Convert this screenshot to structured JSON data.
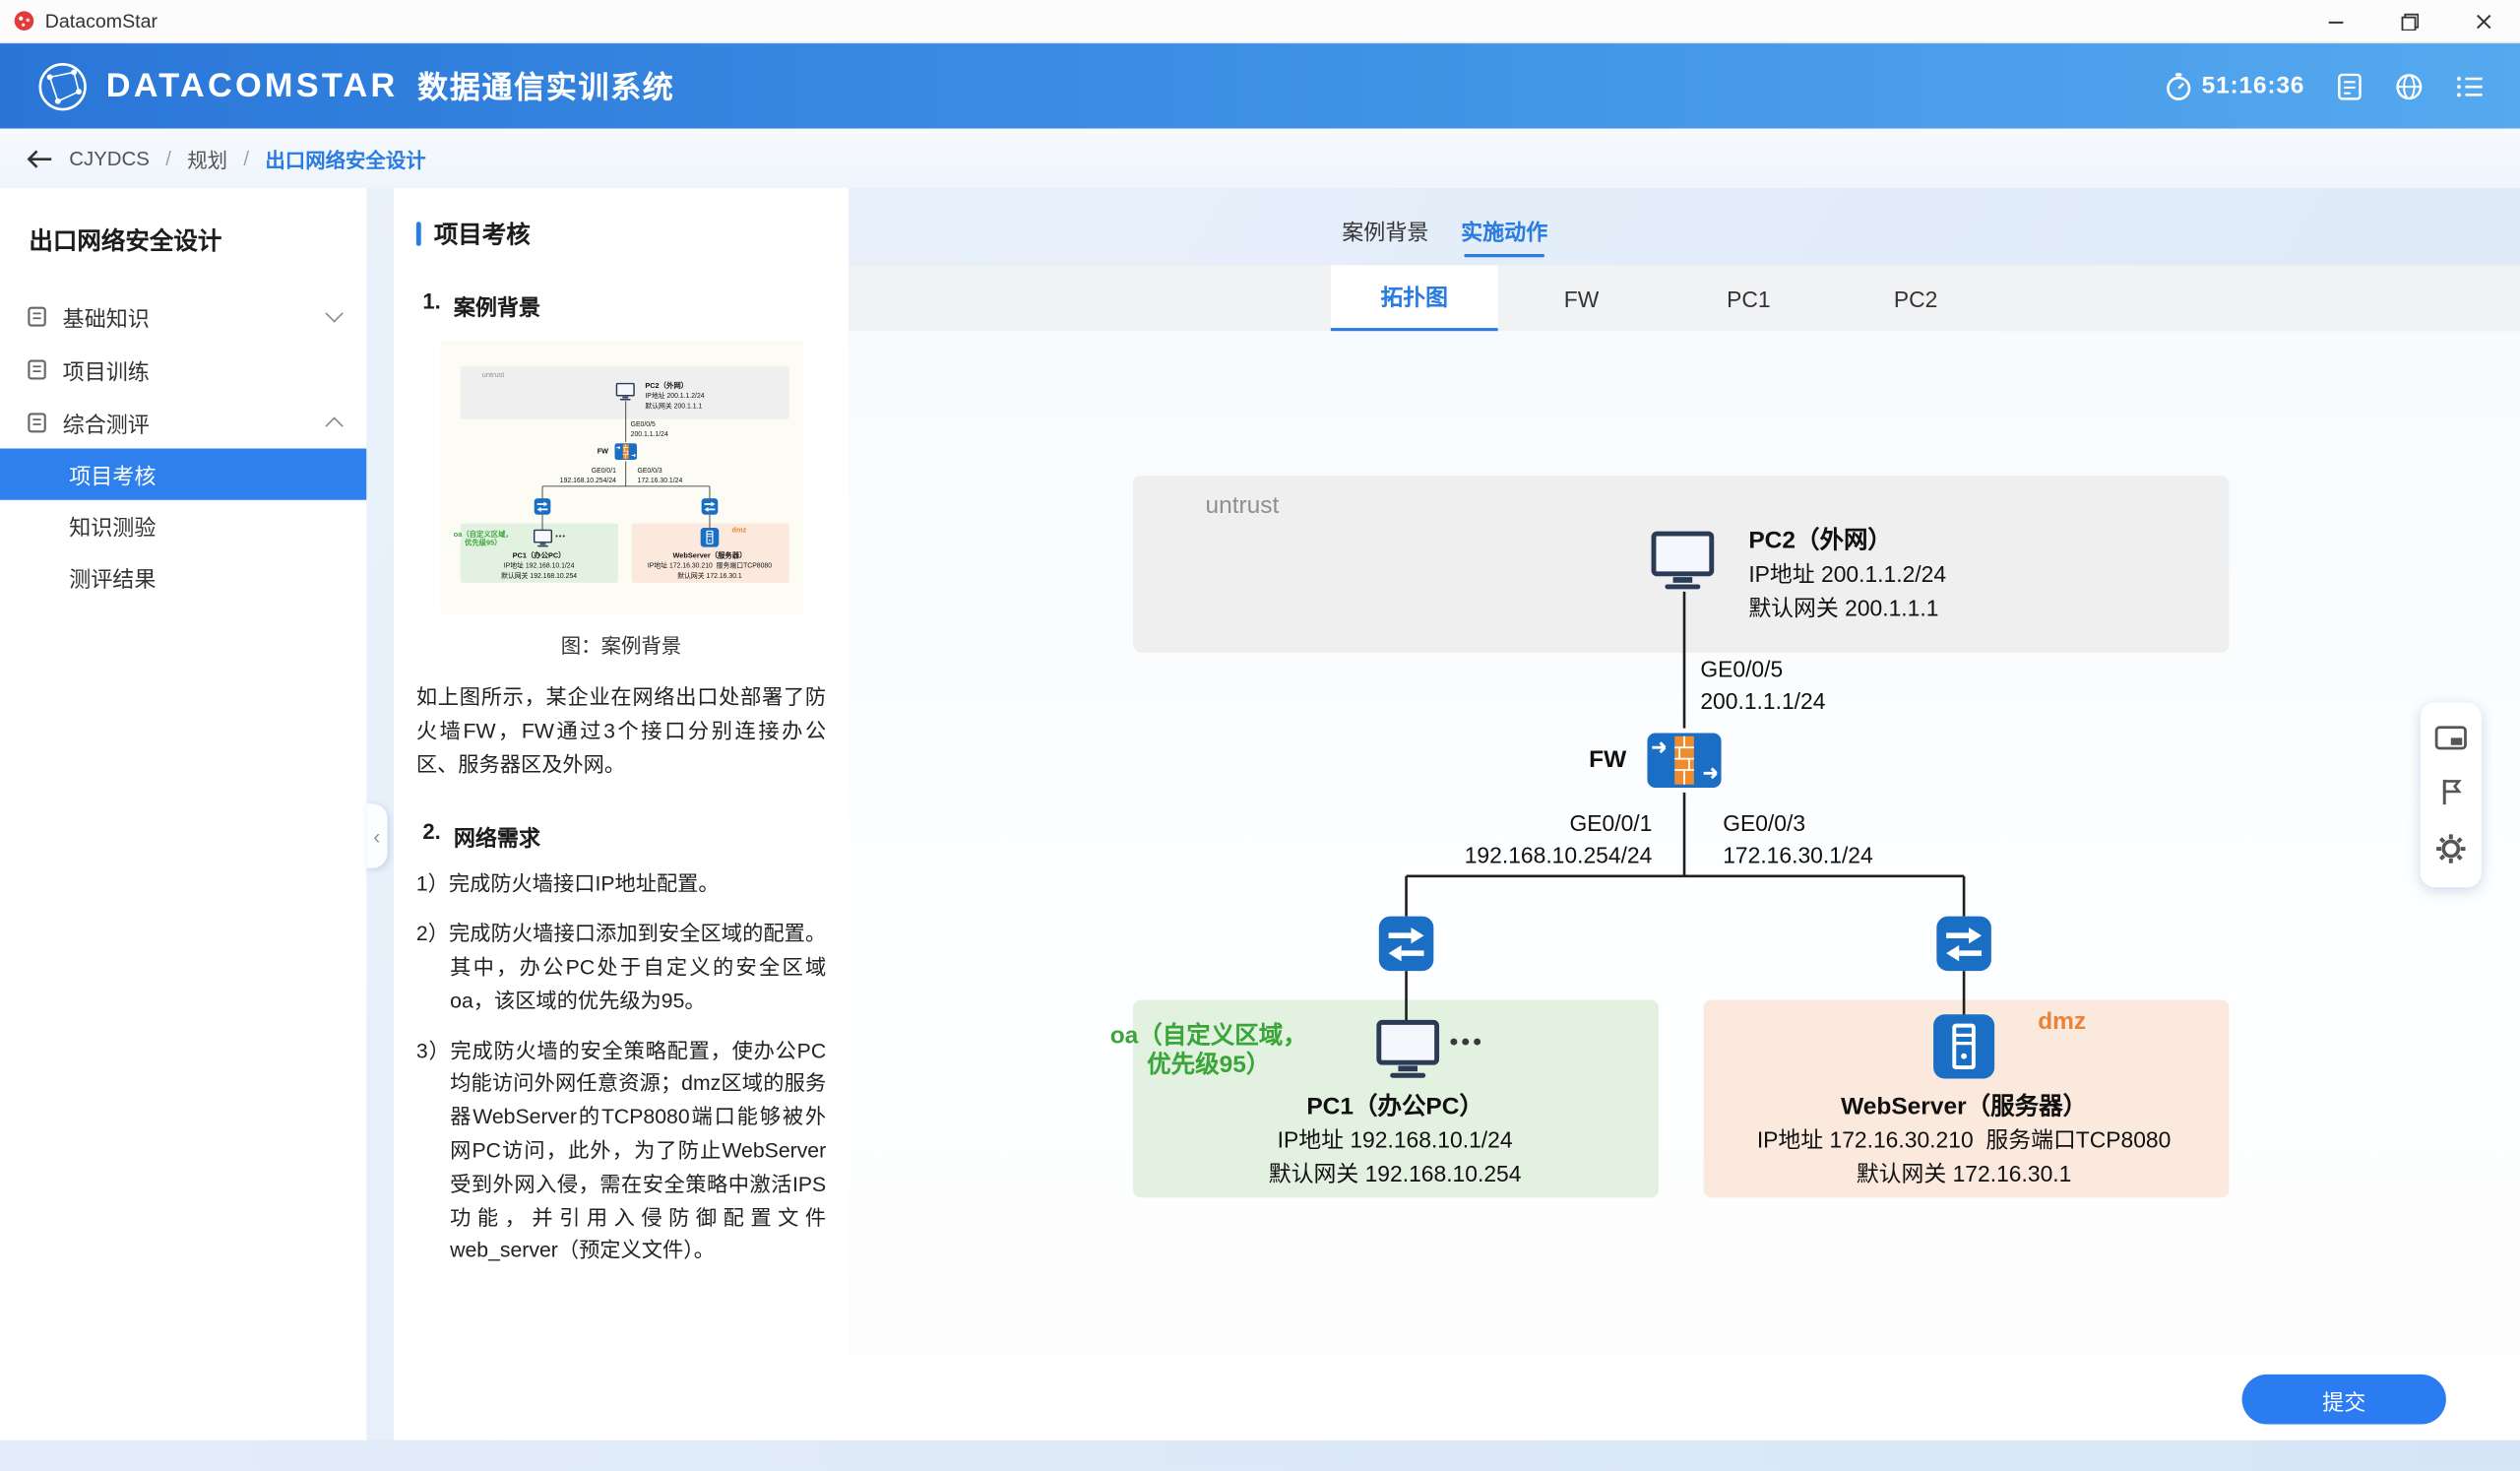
{
  "colors": {
    "accent": "#2b7ce0",
    "header_gradient_start": "#2a76d8",
    "header_gradient_end": "#55a9ef",
    "sidebar_active_bg": "#2f80ed",
    "zone_untrust_bg": "#efefef",
    "zone_oa_bg": "#e2f1e0",
    "zone_oa_text": "#3aa63a",
    "zone_dmz_bg": "#fbe9dd",
    "zone_dmz_text": "#e8833a",
    "device_blue": "#1a6fc4",
    "firewall_orange": "#f08c2e",
    "submit_bg": "#2b7cf0"
  },
  "titlebar": {
    "app_name": "DatacomStar"
  },
  "header": {
    "brand": "DATACOMSTAR",
    "subtitle": "数据通信实训系统",
    "timer": "51:16:36"
  },
  "breadcrumb": {
    "root": "CJYDCS",
    "level1": "规划",
    "current": "出口网络安全设计",
    "separator": "/"
  },
  "sidebar": {
    "title": "出口网络安全设计",
    "items": [
      {
        "label": "基础知识"
      },
      {
        "label": "项目训练"
      },
      {
        "label": "综合测评"
      }
    ],
    "subitems": [
      {
        "label": "项目考核"
      },
      {
        "label": "知识测验"
      },
      {
        "label": "测评结果"
      }
    ]
  },
  "panel": {
    "title": "项目考核",
    "s1_num": "1.",
    "s1_title": "案例背景",
    "s2_num": "2.",
    "s2_title": "网络需求",
    "figure_caption": "图：案例背景",
    "background_text": "如上图所示，某企业在网络出口处部署了防火墙FW，FW通过3个接口分别连接办公区、服务器区及外网。",
    "requirements": [
      "1）完成防火墙接口IP地址配置。",
      "2）完成防火墙接口添加到安全区域的配置。其中，办公PC处于自定义的安全区域oa，该区域的优先级为95。",
      "3）完成防火墙的安全策略配置，使办公PC均能访问外网任意资源；dmz区域的服务器WebServer的TCP8080端口能够被外网PC访问，此外，为了防止WebServer受到外网入侵，需在安全策略中激活IPS功能，并引用入侵防御配置文件web_server（预定义文件）。"
    ]
  },
  "mode_tabs": [
    {
      "label": "案例背景"
    },
    {
      "label": "实施动作"
    }
  ],
  "device_tabs": [
    {
      "label": "拓扑图"
    },
    {
      "label": "FW"
    },
    {
      "label": "PC1"
    },
    {
      "label": "PC2"
    }
  ],
  "topology": {
    "zones": {
      "untrust": "untrust",
      "oa_line1": "oa（自定义区域，",
      "oa_line2": "优先级95）",
      "dmz": "dmz"
    },
    "pc2": {
      "name": "PC2（外网）",
      "ip": "IP地址 200.1.1.2/24",
      "gw": "默认网关 200.1.1.1"
    },
    "fw": {
      "name": "FW"
    },
    "pc1": {
      "name": "PC1（办公PC）",
      "ip": "IP地址 192.168.10.1/24",
      "gw": "默认网关 192.168.10.254"
    },
    "webserver": {
      "name": "WebServer（服务器）",
      "ip": "IP地址 172.16.30.210",
      "port": "服务端口TCP8080",
      "gw": "默认网关 172.16.30.1"
    },
    "links": {
      "ge005_name": "GE0/0/5",
      "ge005_ip": "200.1.1.1/24",
      "ge001_name": "GE0/0/1",
      "ge001_ip": "192.168.10.254/24",
      "ge003_name": "GE0/0/3",
      "ge003_ip": "172.16.30.1/24"
    },
    "pc1_dots": "•••"
  },
  "footer": {
    "submit": "提交"
  }
}
